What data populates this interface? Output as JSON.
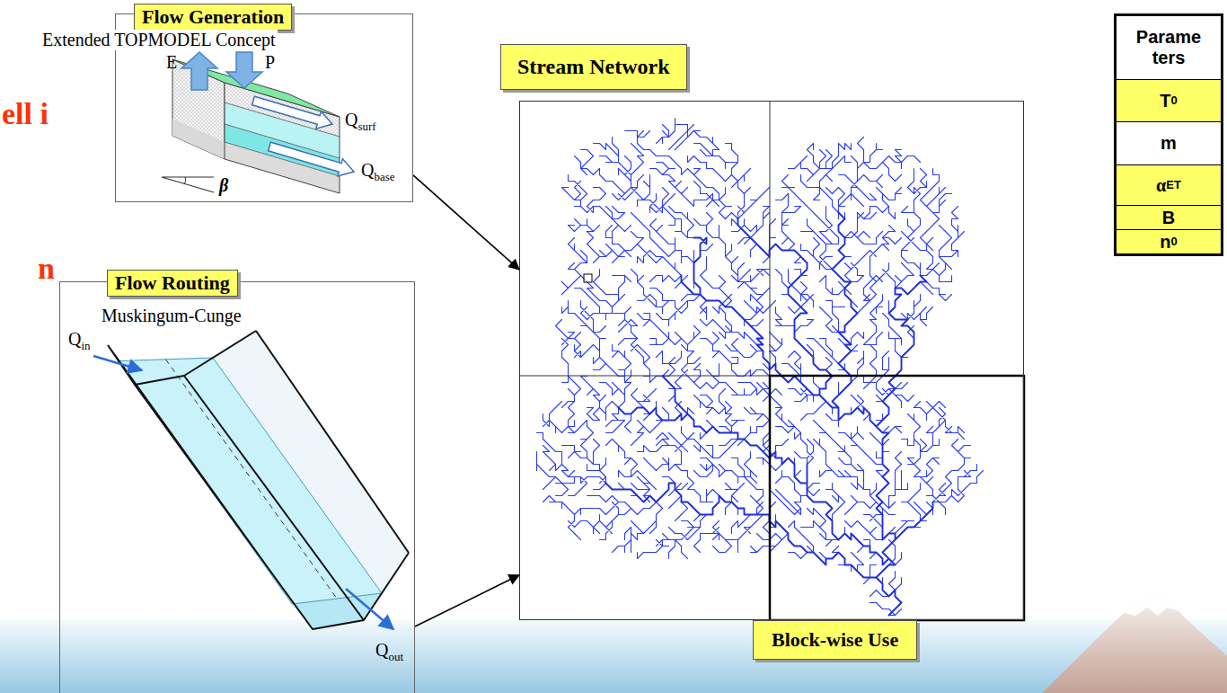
{
  "diagram": {
    "nodes": [
      {
        "text": [
          "Flow Generation",
          "Extended TOPMODEL Concept"
        ]
      },
      {
        "text": [
          "Stream Network"
        ]
      },
      {
        "text": [
          "Flow Routing",
          "Muskingum-Cunge"
        ]
      },
      {
        "text": [
          "Block-wise Use"
        ]
      }
    ],
    "edges": [
      {
        "from": 0,
        "to": 1,
        "arrow": "to"
      },
      {
        "from": 2,
        "to": 1,
        "arrow": "to"
      }
    ],
    "labels": [
      "ell i",
      "n",
      "E",
      "P",
      "Q",
      "surf",
      "Q",
      "base",
      "β",
      "Q",
      "in",
      "Q",
      "out",
      "Parame ters",
      "T",
      "0",
      "m",
      "α",
      "ET",
      "B",
      "n",
      "0"
    ]
  }
}
